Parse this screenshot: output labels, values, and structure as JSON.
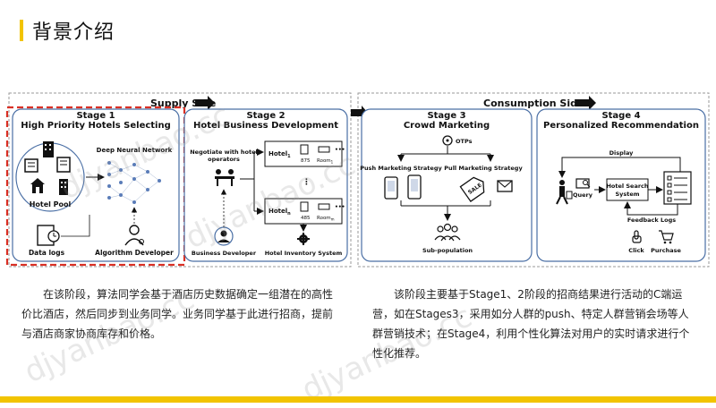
{
  "page": {
    "title": "背景介绍"
  },
  "diagram": {
    "supply_side": "Supply Side",
    "consumption_side": "Consumption Side",
    "stage1": {
      "heading": "Stage 1",
      "subtitle": "High Priority Hotels Selecting",
      "hotel_pool": "Hotel Pool",
      "network": "Deep Neural Network",
      "data_logs": "Data logs",
      "algorithm_dev": "Algorithm Developer"
    },
    "stage2": {
      "heading": "Stage 2",
      "subtitle": "Hotel Business Development",
      "negotiate_1": "Negotiate with hotel",
      "negotiate_2": "operators",
      "hotel_a": "Hotel",
      "hotel_a_sub": "1",
      "hotel_a_price": "875",
      "hotel_a_room": "Room",
      "hotel_a_room_sub": "1",
      "hotel_b": "Hotel",
      "hotel_b_sub": "n",
      "hotel_b_price": "485",
      "hotel_b_room": "Room",
      "hotel_b_room_sub": "m",
      "business_dev": "Business Developer",
      "inventory": "Hotel Inventory System"
    },
    "stage3": {
      "heading": "Stage 3",
      "subtitle": "Crowd Marketing",
      "otps": "OTPs",
      "push": "Push Marketing  Strategy",
      "pull": "Pull Marketing Strategy",
      "sale": "SALE",
      "sub_population": "Sub-population"
    },
    "stage4": {
      "heading": "Stage 4",
      "subtitle": "Personalized Recommendation",
      "display": "Display",
      "query": "Query",
      "search_1": "Hotel Search",
      "search_2": "System",
      "feedback": "Feedback Logs",
      "click": "Click",
      "purchase": "Purchase"
    }
  },
  "text": {
    "left": "在该阶段，算法同学会基于酒店历史数据确定一组潜在的高性价比酒店，然后同步到业务同学。业务同学基于此进行招商，提前与酒店商家协商库存和价格。",
    "right": "该阶段主要基于Stage1、2阶段的招商结果进行活动的C端运营，如在Stages3，采用如分人群的push、特定人群营销会场等人群营销技术；在Stage4，利用个性化算法对用户的实时请求进行个性化推荐。"
  },
  "watermark": "djyanbao.cc",
  "colors": {
    "accent": "#f2c400",
    "stage_border": "#4a6fa5",
    "highlight": "#d93025",
    "dashed_frame": "#9a9a9a"
  }
}
